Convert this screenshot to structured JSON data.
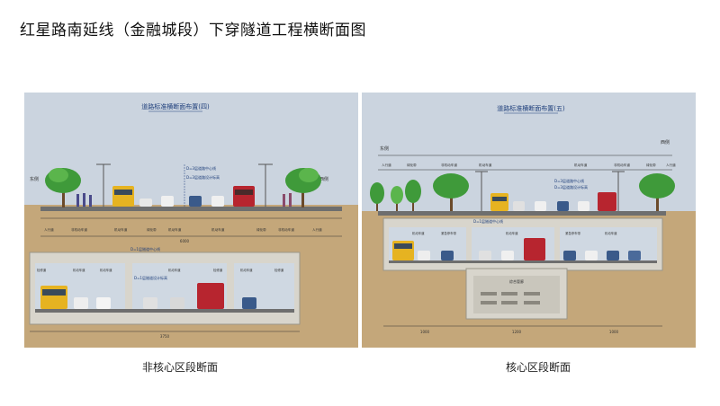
{
  "title": "红星路南延线（金融城段）下穿隧道工程横断面图",
  "left_panel": {
    "heading": "道路标准横断面布置(四)",
    "caption": "非核心区段断面",
    "side_left": "东侧",
    "side_right": "西侧",
    "upper_labels": [
      "D=3层道路中心线",
      "D=3层道路设计标高"
    ],
    "tunnel_labels": [
      "D=1层隧道中心线",
      "D=1层隧道设计标高"
    ],
    "lane_labels": [
      "人行道",
      "非机动车道",
      "机动车道",
      "绿化带",
      "机动车道",
      "机动车道",
      "绿化带",
      "非机动车道",
      "人行道"
    ],
    "tunnel_lane_labels": [
      "检修道",
      "机动车道",
      "机动车道",
      "机动车道",
      "检修道",
      "机动车道",
      "检修道"
    ],
    "total_label": "6000",
    "bottom_label": "3750"
  },
  "right_panel": {
    "heading": "道路标准横断面布置(五)",
    "caption": "核心区段断面",
    "side_left": "东侧",
    "side_right": "西侧",
    "upper_labels": [
      "D=3层道路中心线",
      "D=3层道路设计标高"
    ],
    "tunnel_labels": [
      "D=1层隧道中心线"
    ],
    "lane_labels": [
      "人行道",
      "绿化带",
      "非机动车道",
      "机动车道",
      "机动车道",
      "非机动车道",
      "绿化带",
      "人行道"
    ],
    "tunnel_lane_labels": [
      "机动车道",
      "紧急停车带",
      "机动车道",
      "紧急停车带",
      "机动车道"
    ],
    "utility_label": "综合管廊",
    "bottom_labels": [
      "1000",
      "1200",
      "1000"
    ]
  },
  "colors": {
    "sky": "#cbd4df",
    "earth": "#c4a77a",
    "tunnel_wall": "#d8d5cc",
    "road": "#6e6e6e",
    "tree": "#3f9a3a",
    "bus_yellow": "#e6b321",
    "bus_red": "#b7252f"
  }
}
